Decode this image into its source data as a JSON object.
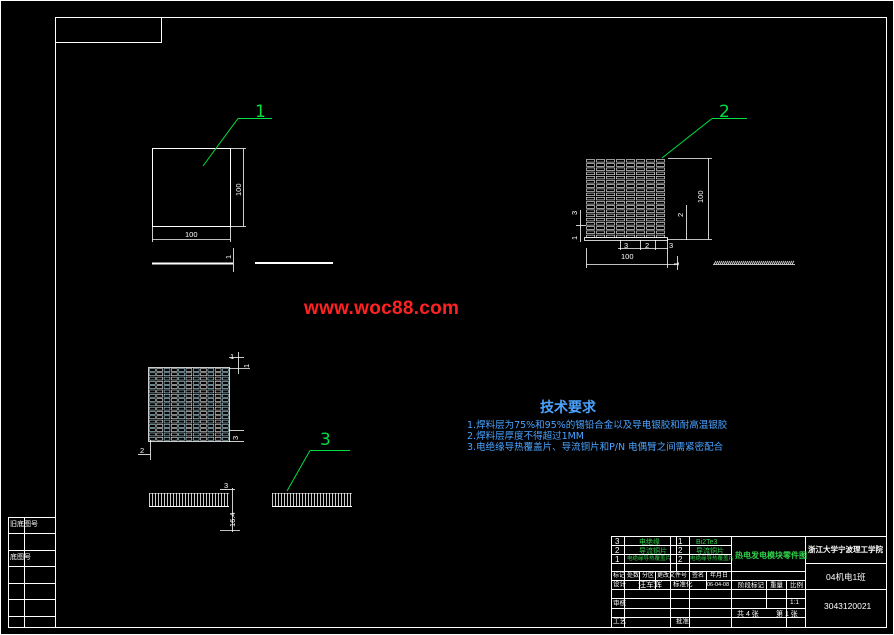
{
  "watermark": "www.woc88.com",
  "tech": {
    "title": "技术要求",
    "lines": [
      "1.焊料层为75%和95%的锡铅合金以及导电银胶和耐高温银胶",
      "2.焊料层厚度不得超过1MM",
      "3.电绝缘导热覆盖片、导流铜片和P/N 电偶臂之间需紧密配合"
    ]
  },
  "views": {
    "v1": {
      "label": "1",
      "dim_w": "100",
      "dim_h": "100",
      "dim_t": "1"
    },
    "v2": {
      "label": "2",
      "dim_w": "100",
      "dim_h": "100",
      "dim_a": "3",
      "dim_b": "1",
      "dim_c": "2",
      "dim_d": "3",
      "dim_e": "2",
      "dim_f": "3",
      "dim_g": "1"
    },
    "v3": {
      "label": "3",
      "dim_a": "1",
      "dim_b": "1",
      "dim_c": "3",
      "dim_d": "2",
      "dim_e": "3",
      "dim_f": "16.4"
    }
  },
  "left_strip": {
    "cell1": "旧底图号",
    "cell2": "底图号"
  },
  "title_block": {
    "rows": [
      {
        "no": "3",
        "name": "电绝缘",
        "qty": "1",
        "material": "Bi2Te3"
      },
      {
        "no": "2",
        "name": "导流铜片",
        "qty": "2",
        "material": "导流铜片"
      },
      {
        "no": "1",
        "name": "电绝缘导热覆盖片",
        "qty": "2",
        "material": "电绝缘导热覆盖片"
      }
    ],
    "header": [
      "标记",
      "处数",
      "分区",
      "更改文件号",
      "签名",
      "年月日"
    ],
    "design_row": {
      "role": "设计",
      "name": "汪军辉",
      "std": "标准化",
      "date": "06-04-08"
    },
    "roles": [
      "审核",
      "工艺"
    ],
    "approve": "批准",
    "drawing_name": "热电发电模块零件图",
    "stage_labels": [
      "阶段标记",
      "重量",
      "比例"
    ],
    "scale": "1:1",
    "sheet": "共 4 张",
    "sheet_no": "第 1 张",
    "school": "浙江大学宁波理工学院",
    "class": "04机电1班",
    "student_id": "3043120021"
  }
}
